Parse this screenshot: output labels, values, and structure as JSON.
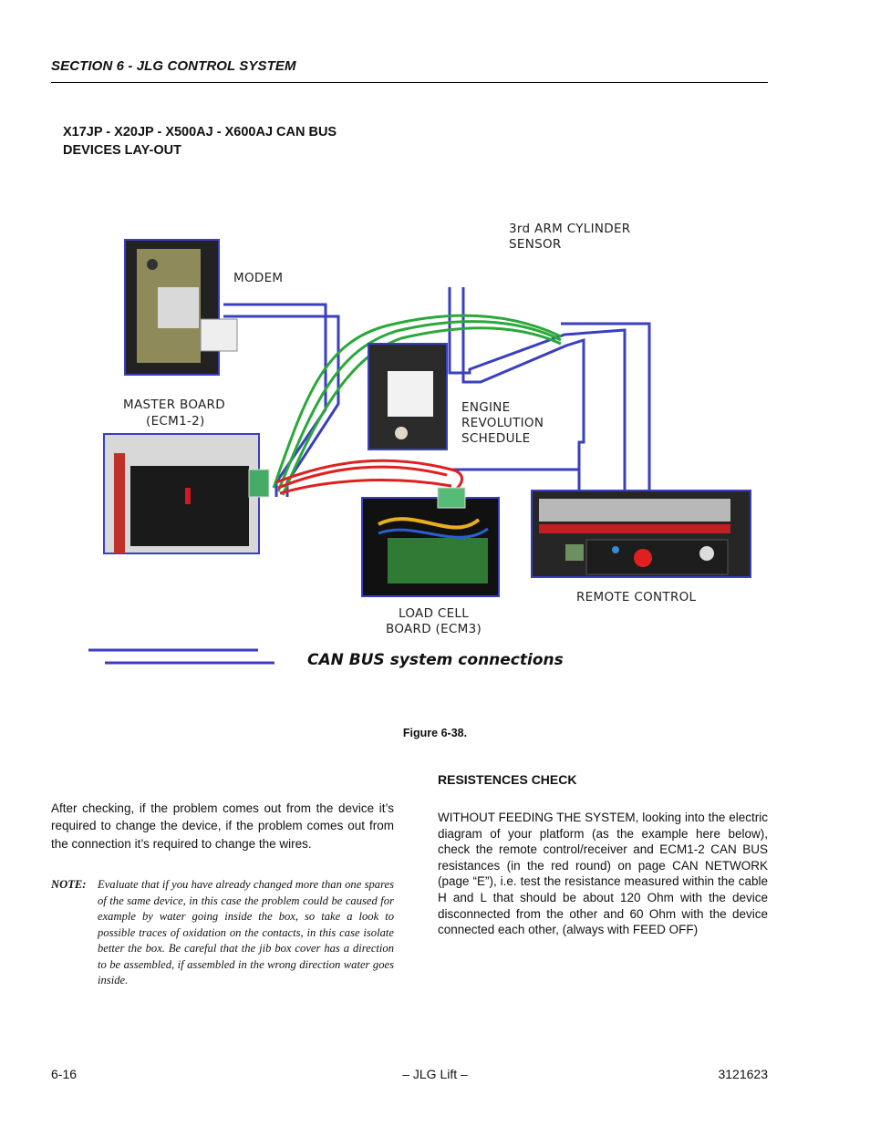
{
  "header": {
    "section": "SECTION 6 - JLG CONTROL SYSTEM"
  },
  "title": {
    "line1": "X17JP - X20JP - X500AJ - X600AJ CAN BUS",
    "line2": "DEVICES LAY-OUT"
  },
  "figure": {
    "labels": {
      "sensor_1": "3rd ARM CYLINDER",
      "sensor_2": "SENSOR",
      "modem": "MODEM",
      "master_1": "MASTER BOARD",
      "master_2": "(ECM1-2)",
      "engine_1": "ENGINE",
      "engine_2": "REVOLUTION",
      "engine_3": "SCHEDULE",
      "remote": "REMOTE CONTROL",
      "loadcell_1": "LOAD CELL",
      "loadcell_2": "BOARD (ECM3)",
      "legend": "CAN BUS system connections"
    },
    "caption": "Figure 6-38.",
    "colors": {
      "bus": "#3a3fc0",
      "green": "#2aa83a",
      "red": "#e02020"
    }
  },
  "resistences": {
    "heading": "RESISTENCES CHECK",
    "text": "WITHOUT FEEDING THE SYSTEM, looking into the electric diagram of your platform (as the example here below), check the remote control/receiver and ECM1-2 CAN BUS resistances (in the red round) on page CAN NETWORK (page “E”), i.e. test the resistance measured within the cable H and L that should be about 120 Ohm with the device disconnected from the other and 60 Ohm with the device connected each other, (always with FEED OFF)"
  },
  "left_para": "After checking, if the problem comes out from the device it’s required to change the device, if the problem comes out from the connection it’s required to change the wires.",
  "note": {
    "label": "NOTE:",
    "text": "Evaluate that if you have already changed more than one spares of the same device, in this case the problem could be caused for example by water going inside the box, so take a look to possible traces of oxidation on the contacts, in this case isolate better the box. Be careful that the jib box cover has a direction to be assembled, if assembled in the wrong direction water goes inside."
  },
  "footer": {
    "page": "6-16",
    "center": "– JLG Lift –",
    "doc_number": "3121623"
  }
}
